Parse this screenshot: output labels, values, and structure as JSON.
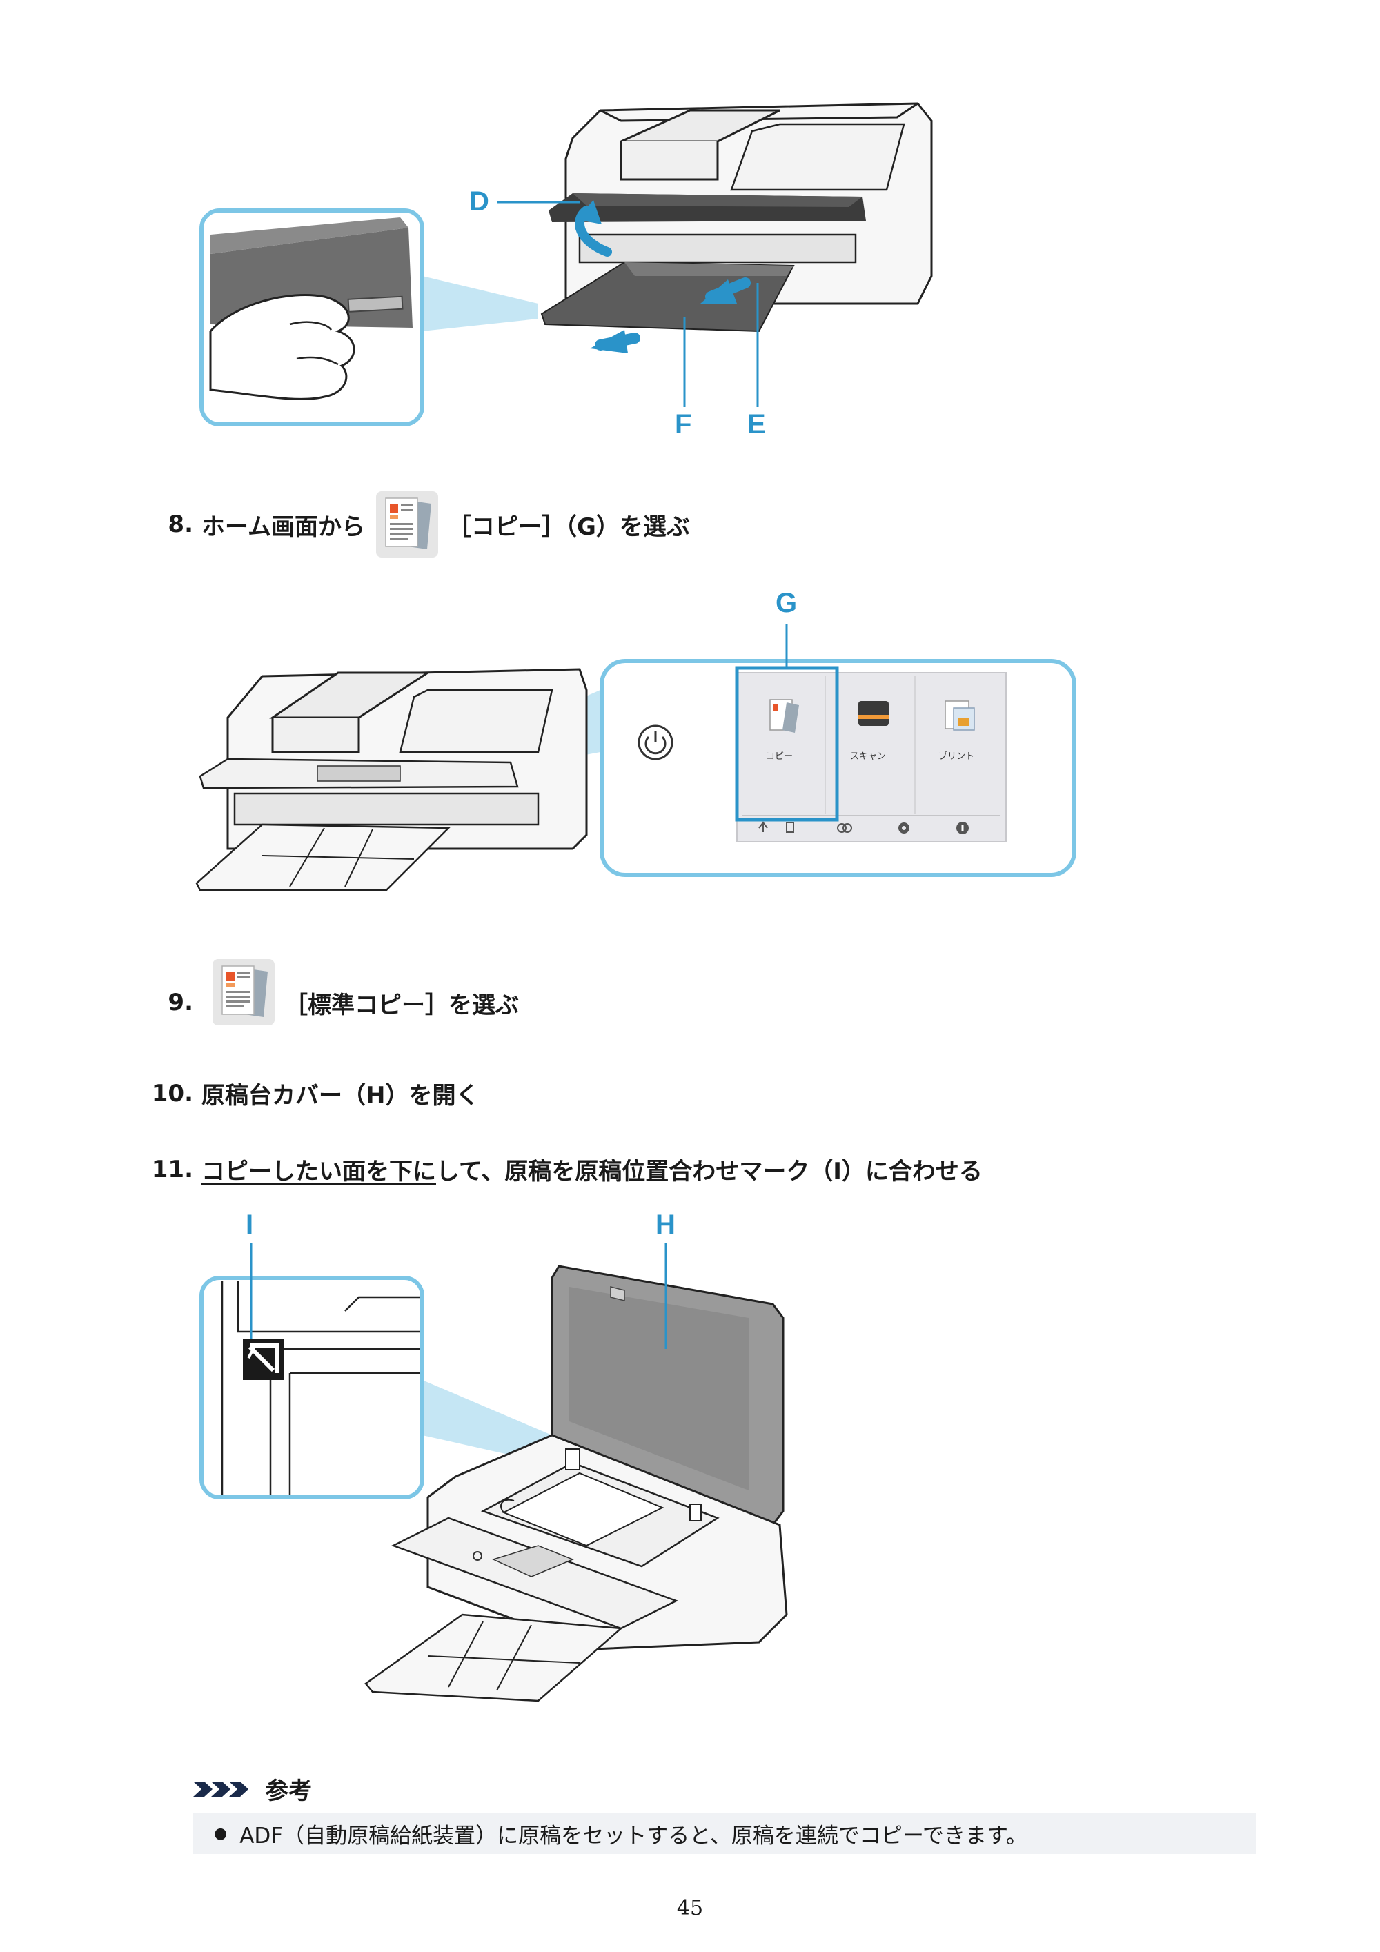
{
  "figure1": {
    "labels": {
      "d": "D",
      "f": "F",
      "e": "E"
    }
  },
  "step8": {
    "number": "8.",
    "text_before": "ホーム画面から",
    "text_after": "［コピー］（G）を選ぶ"
  },
  "figure2": {
    "label_g": "G",
    "panel": {
      "copy_label": "コピー",
      "scan_label": "スキャン",
      "print_label": "プリント"
    }
  },
  "step9": {
    "number": "9.",
    "text": "［標準コピー］を選ぶ"
  },
  "step10": {
    "number": "10.",
    "text": "原稿台カバー（H）を開く"
  },
  "step11": {
    "number": "11.",
    "text_underlined": "コピーしたい面を下に",
    "text_rest": "して、原稿を原稿位置合わせマーク（I）に合わせる"
  },
  "figure3": {
    "labels": {
      "i": "I",
      "h": "H"
    }
  },
  "note": {
    "title": "参考",
    "items": [
      "ADF（自動原稿給紙装置）に原稿をセットすると、原稿を連続でコピーできます。"
    ]
  },
  "page_number": "45",
  "colors": {
    "accent": "#2a93c9",
    "callout_border": "#7cc6e6",
    "note_bg": "#f0f2f5"
  }
}
